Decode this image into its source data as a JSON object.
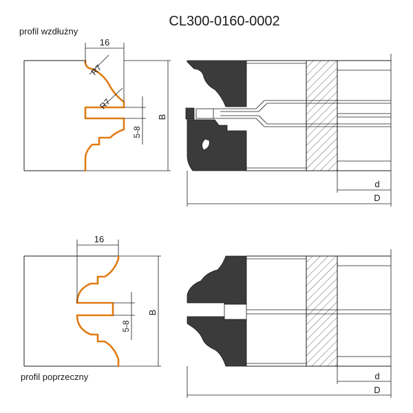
{
  "title": "CL300-0160-0002",
  "top": {
    "label": "profil wzdłużny",
    "dim_width": "16",
    "radius_top": "R7",
    "radius_mid": "R7",
    "dim_groove": "5-8",
    "dim_height": "B",
    "dim_d": "d",
    "dim_D": "D"
  },
  "bottom": {
    "label": "profil poprzeczny",
    "dim_width": "16",
    "dim_groove": "5-8",
    "dim_height": "B",
    "dim_d": "d",
    "dim_D": "D"
  },
  "colors": {
    "profile": "#e07a12",
    "body": "#3b3b3b",
    "line": "#1a1a1a"
  }
}
